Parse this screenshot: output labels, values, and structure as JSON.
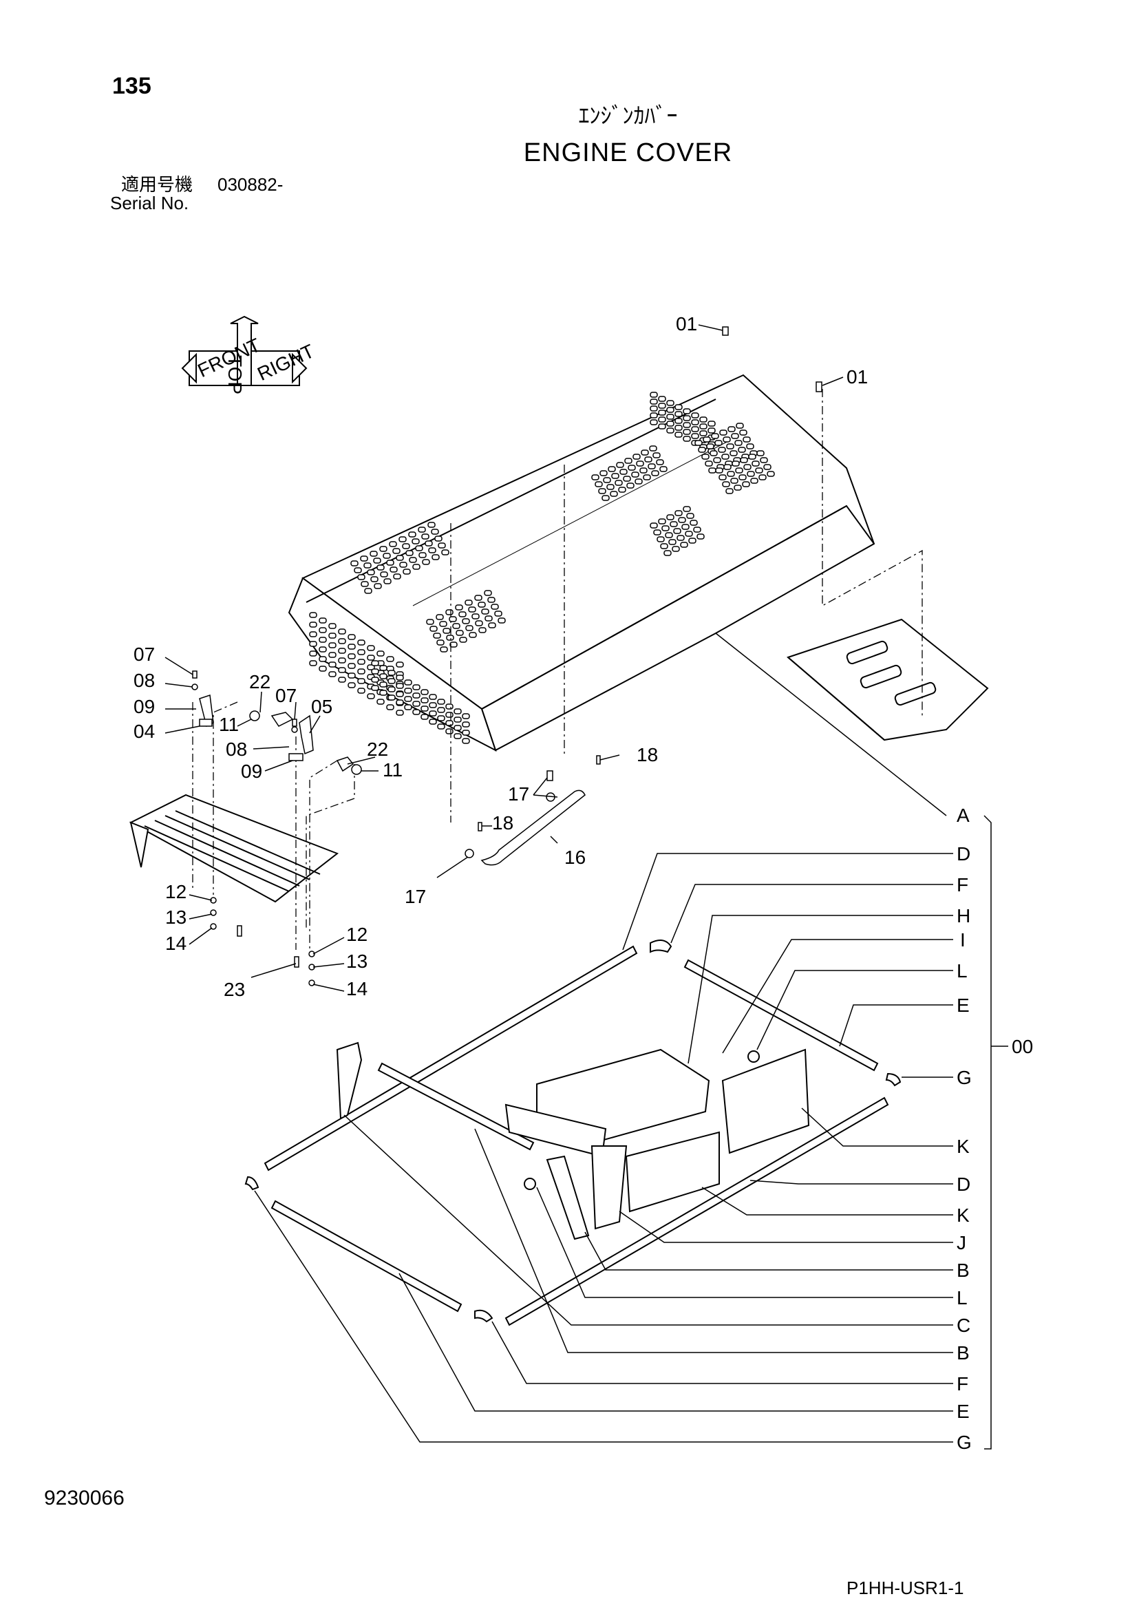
{
  "header": {
    "page_number": "135",
    "title_japanese": "ｴﾝｼﾞﾝｶﾊﾞｰ",
    "title_english": "ENGINE COVER",
    "serial_applicable_label": "適用号機",
    "serial_number": "030882-",
    "serial_label_english": "Serial No."
  },
  "footer": {
    "document_id": "9230066",
    "reference_code": "P1HH-USR1-1"
  },
  "orientation_marker": {
    "top": "TOP",
    "front": "FRONT",
    "right": "RIGHT"
  },
  "callouts": [
    {
      "id": "c01a",
      "label": "01"
    },
    {
      "id": "c01b",
      "label": "01"
    },
    {
      "id": "c07a",
      "label": "07"
    },
    {
      "id": "c08a",
      "label": "08"
    },
    {
      "id": "c09a",
      "label": "09"
    },
    {
      "id": "c04",
      "label": "04"
    },
    {
      "id": "c22a",
      "label": "22"
    },
    {
      "id": "c07b",
      "label": "07"
    },
    {
      "id": "c05",
      "label": "05"
    },
    {
      "id": "c11a",
      "label": "11"
    },
    {
      "id": "c08b",
      "label": "08"
    },
    {
      "id": "c09b",
      "label": "09"
    },
    {
      "id": "c22b",
      "label": "22"
    },
    {
      "id": "c11b",
      "label": "11"
    },
    {
      "id": "c18a",
      "label": "18"
    },
    {
      "id": "c17a",
      "label": "17"
    },
    {
      "id": "c18b",
      "label": "18"
    },
    {
      "id": "c16",
      "label": "16"
    },
    {
      "id": "c17b",
      "label": "17"
    },
    {
      "id": "c12a",
      "label": "12"
    },
    {
      "id": "c13a",
      "label": "13"
    },
    {
      "id": "c14a",
      "label": "14"
    },
    {
      "id": "c12b",
      "label": "12"
    },
    {
      "id": "c13b",
      "label": "13"
    },
    {
      "id": "c23",
      "label": "23"
    },
    {
      "id": "c14b",
      "label": "14"
    },
    {
      "id": "c00",
      "label": "00"
    }
  ],
  "kit_letters": [
    "A",
    "D",
    "F",
    "H",
    "I",
    "L",
    "E",
    "G",
    "K",
    "D",
    "K",
    "J",
    "B",
    "L",
    "C",
    "B",
    "F",
    "E",
    "G"
  ]
}
